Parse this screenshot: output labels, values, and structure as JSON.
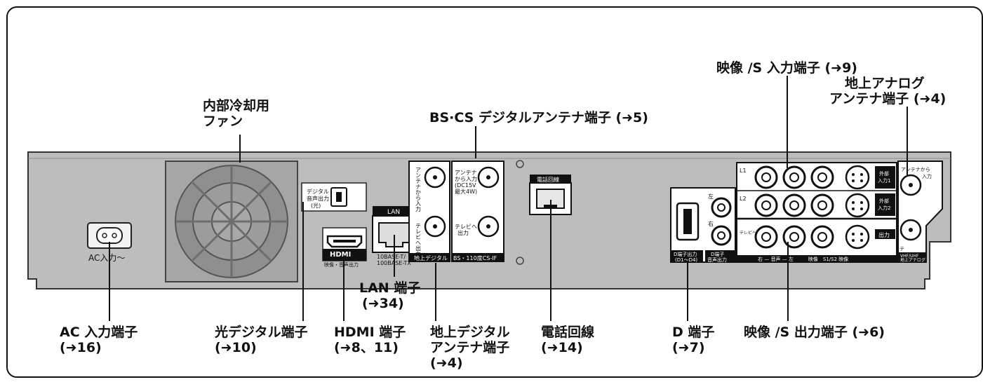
{
  "callouts": {
    "fan": [
      "内部冷却用",
      "ファン"
    ],
    "bs_cs": "BS·CS デジタルアンテナ端子 (➜5)",
    "video_s_in": "映像 /S 入力端子 (➜9)",
    "analog_antenna": [
      "地上アナログ",
      "アンテナ端子 (➜4)"
    ],
    "lan": [
      "LAN 端子",
      "(➜34)"
    ],
    "ac_in": [
      "AC 入力端子",
      "(➜16)"
    ],
    "optical": [
      "光デジタル端子",
      "(➜10)"
    ],
    "hdmi": [
      "HDMI 端子",
      "(➜8、11)"
    ],
    "digital_antenna": [
      "地上デジタル",
      "アンテナ端子",
      "(➜4)"
    ],
    "phone": [
      "電話回線",
      "(➜14)"
    ],
    "d_terminal": [
      "D 端子",
      "(➜7)"
    ],
    "video_s_out": "映像 /S 出力端子 (➜6)"
  },
  "panel_labels": {
    "ac": "AC入力〜",
    "optical": [
      "デジタル",
      "音声出力",
      "(光)"
    ],
    "hdmi_logo": "HDMI",
    "hdmi_caption": "映像・音声出力",
    "lan_header": "LAN",
    "lan_caption": [
      "10BASE-T/",
      "100BASE-TX"
    ],
    "dig_antenna_in": [
      "アンテナから入力"
    ],
    "dig_tv_out": [
      "テレビへ出力"
    ],
    "dig_footer": "地上デジタル",
    "bs_in": [
      "アンテナ",
      "から入力",
      "(DC15V",
      "最大4W)"
    ],
    "bs_out": [
      "テレビへ",
      "出力"
    ],
    "bs_footer": "BS・110度CS-IF",
    "phone_header": "電話回線",
    "d_out_caption": [
      "D端子出力",
      "(D1〜D4)"
    ],
    "d_audio_caption": [
      "D端子",
      "音声出力"
    ],
    "d_right": "右",
    "d_left": "左",
    "l1": "L1",
    "l2": "L2",
    "ext_in1": [
      "外部",
      "入力1"
    ],
    "ext_in2": [
      "外部",
      "入力2"
    ],
    "out_label": "出力",
    "tv_small": "テレビへ",
    "av_footer": "右 — 音声 — 左　　　映像　S1/S2 映像",
    "analog_in": [
      "アンテナから",
      "入力"
    ],
    "analog_out": "テレビへ出力",
    "analog_footer": [
      "VHF/UHF",
      "地上アナログ"
    ]
  }
}
